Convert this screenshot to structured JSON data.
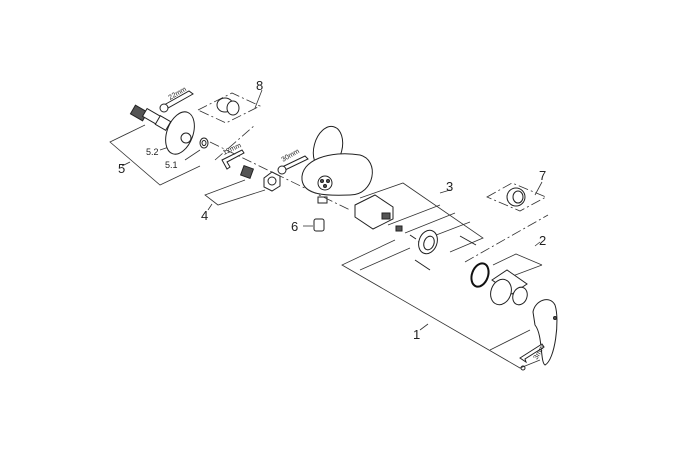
{
  "title": "Exploded parts diagram – single-lever shower mixer",
  "callouts": {
    "c1": "1",
    "c2": "2",
    "c3": "3",
    "c4": "4",
    "c5": "5",
    "c5_1": "5.1",
    "c5_2": "5.2",
    "c6": "6",
    "c7": "7",
    "c8": "8"
  },
  "tool_sizes": {
    "t22": "22mm",
    "t12": "12mm",
    "t30": "30mm",
    "t3": "3mm"
  },
  "colors": {
    "line": "#333333",
    "background": "#ffffff"
  }
}
